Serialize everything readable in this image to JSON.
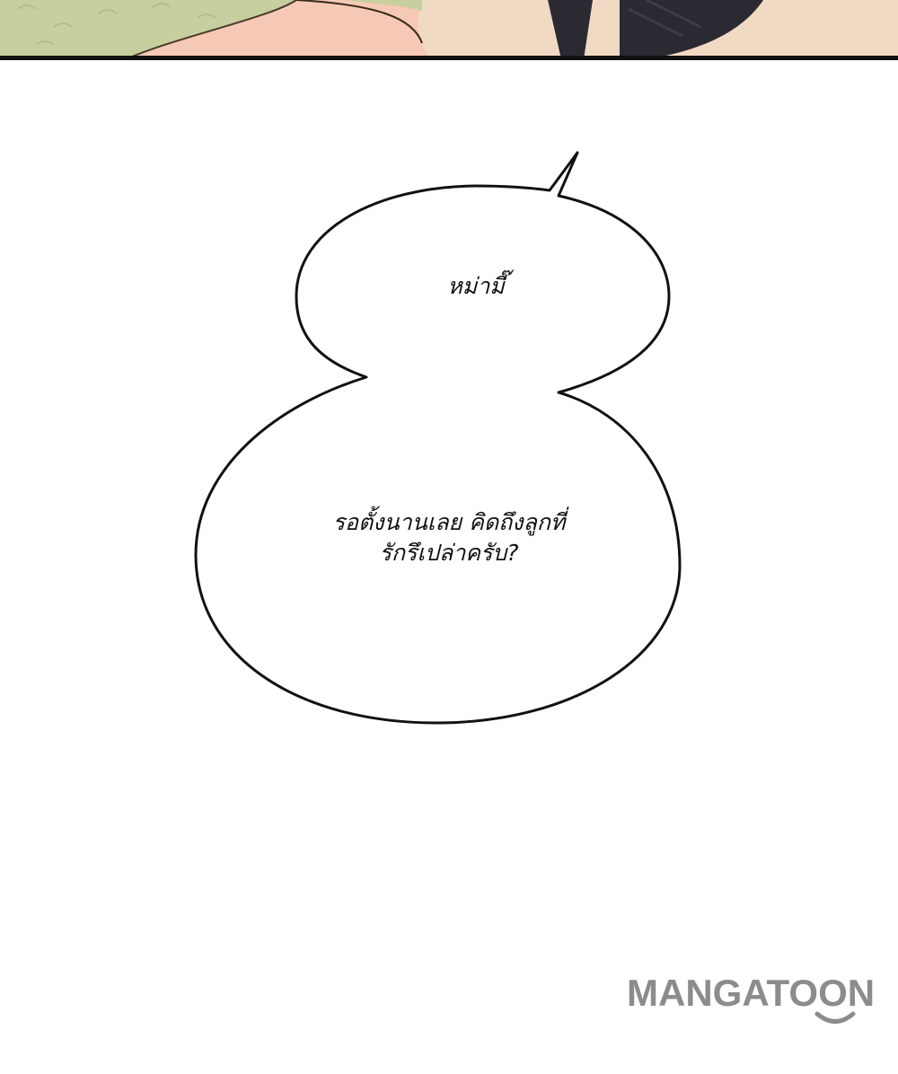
{
  "panel": {
    "background_colors": [
      "#c9cfa2",
      "#f1d9c4",
      "#2b2a33"
    ]
  },
  "bubble": {
    "line1": "หม่ามี๊",
    "line2": "รอตั้งนานเลย คิดถึงลูกที่",
    "line3": "รักรึเปล่าครับ?"
  },
  "watermark": {
    "text": "MANGATOON",
    "color": "#8c8c8c"
  }
}
